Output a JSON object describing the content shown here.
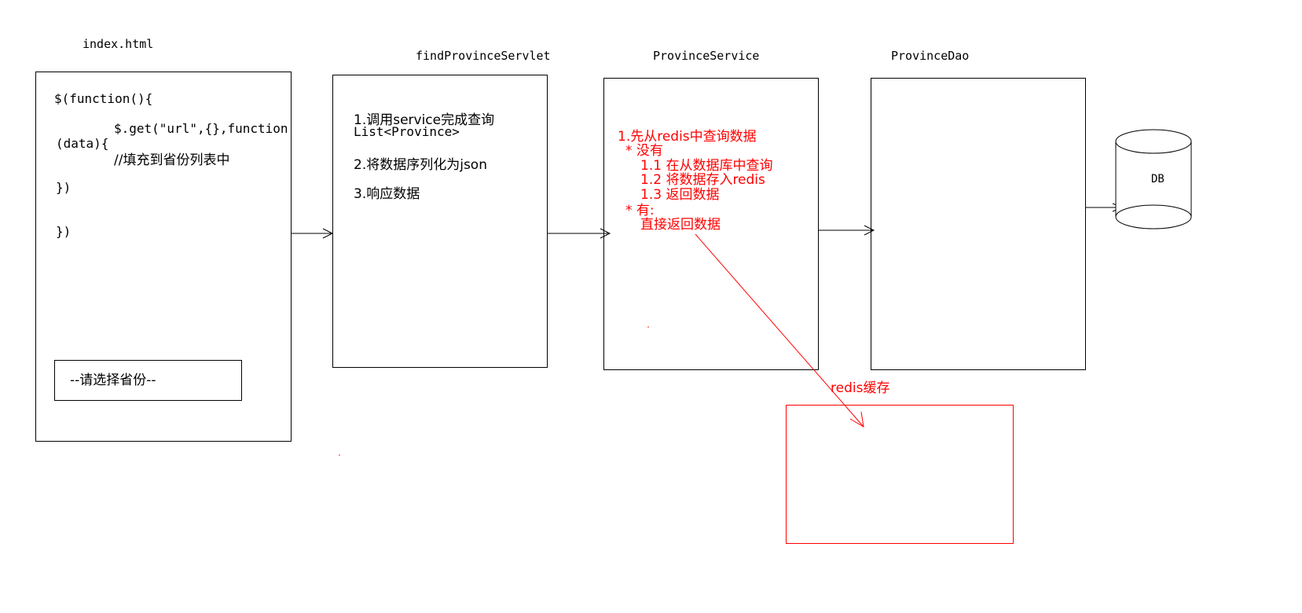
{
  "index": {
    "title": "index.html",
    "code_line1": "$(function(){",
    "code_line2": "$.get(\"url\",{},function",
    "code_line3": "(data){",
    "code_line4": "//填充到省份列表中",
    "code_line5": "})",
    "code_line6": "})",
    "select_label": "--请选择省份--"
  },
  "servlet": {
    "title": "findProvinceServlet",
    "step1a": "1.调用service完成查询",
    "step1b": "List<Province>",
    "step2": "2.将数据序列化为json",
    "step3": "3.响应数据"
  },
  "service": {
    "title": "ProvinceService",
    "line1": "1.先从redis中查询数据",
    "line2": "* 没有",
    "line3": "1.1 在从数据库中查询",
    "line4": "1.2 将数据存入redis",
    "line5": "1.3 返回数据",
    "line6": "* 有:",
    "line7": "直接返回数据"
  },
  "dao": {
    "title": "ProvinceDao"
  },
  "db": {
    "label": "DB"
  },
  "redis": {
    "label": "redis缓存"
  },
  "colors": {
    "annotation": "#ff0000",
    "stroke": "#000000"
  }
}
